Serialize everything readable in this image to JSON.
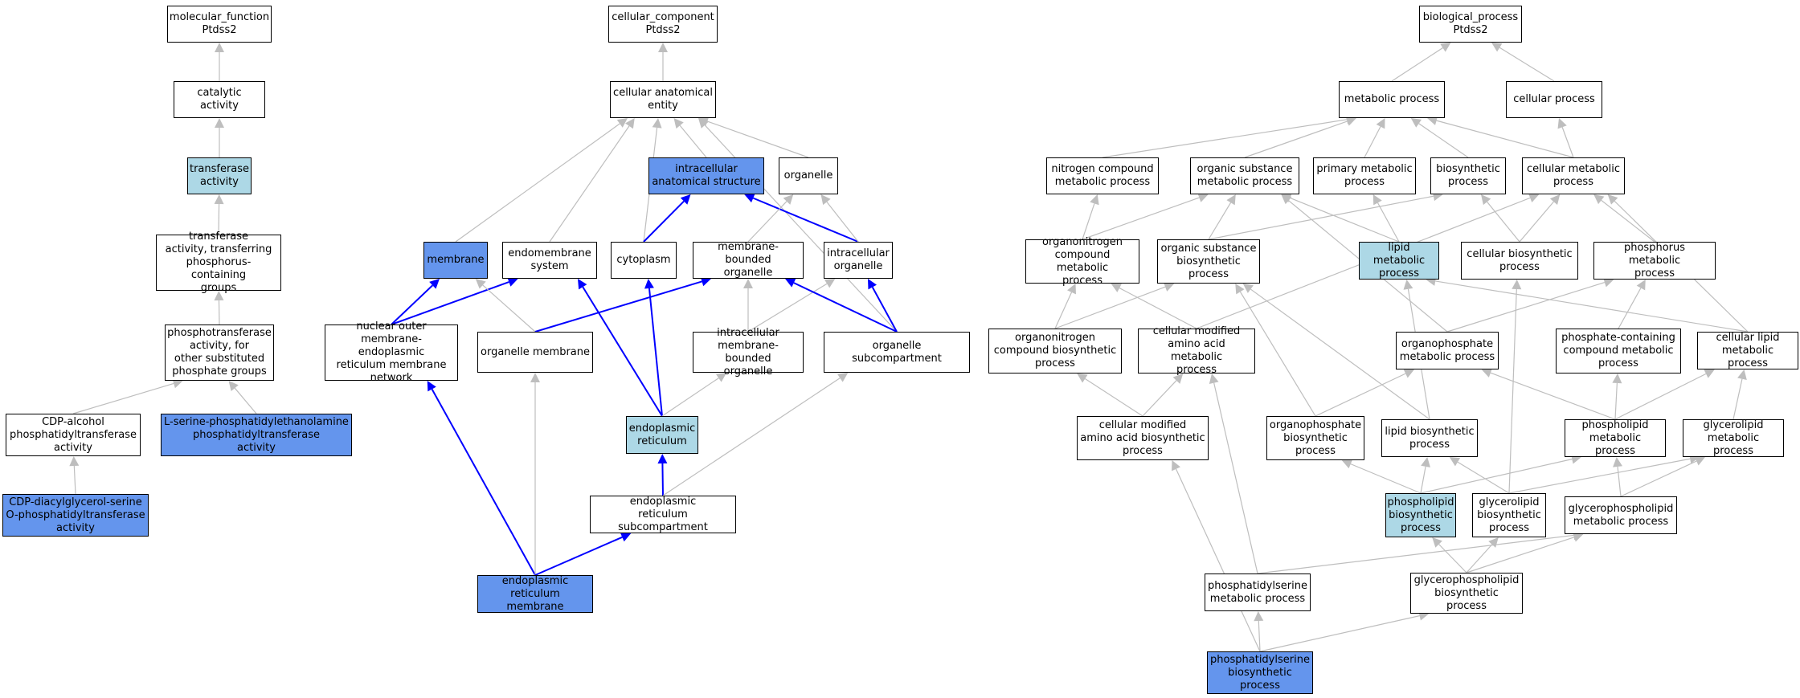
{
  "colors": {
    "plain": "#ffffff",
    "light": "#add8e6",
    "strong": "#6495ed",
    "edge_gray": "#bebebe",
    "edge_blue": "#0000ff"
  },
  "nodes": {
    "mf_root": {
      "label": "molecular_function\nPtdss2",
      "style": "plain"
    },
    "catalytic": {
      "label": "catalytic activity",
      "style": "plain"
    },
    "transferase": {
      "label": "transferase\nactivity",
      "style": "light"
    },
    "transf_phos": {
      "label": "transferase\nactivity, transferring\nphosphorus-containing\ngroups",
      "style": "plain"
    },
    "phosphotransferase": {
      "label": "phosphotransferase\nactivity, for\nother substituted\nphosphate groups",
      "style": "plain"
    },
    "cdp_alcohol": {
      "label": "CDP-alcohol\nphosphatidyltransferase\nactivity",
      "style": "plain"
    },
    "lserine_pe": {
      "label": "L-serine-phosphatidylethanolamine\nphosphatidyltransferase\nactivity",
      "style": "strong"
    },
    "cdp_dag": {
      "label": "CDP-diacylglycerol-serine\nO-phosphatidyltransferase\nactivity",
      "style": "strong"
    },
    "cc_root": {
      "label": "cellular_component\nPtdss2",
      "style": "plain"
    },
    "cae": {
      "label": "cellular anatomical\nentity",
      "style": "plain"
    },
    "ias": {
      "label": "intracellular\nanatomical structure",
      "style": "strong"
    },
    "organelle": {
      "label": "organelle",
      "style": "plain"
    },
    "membrane": {
      "label": "membrane",
      "style": "strong"
    },
    "endomembrane": {
      "label": "endomembrane\nsystem",
      "style": "plain"
    },
    "cytoplasm": {
      "label": "cytoplasm",
      "style": "plain"
    },
    "mbo": {
      "label": "membrane-bounded\norganelle",
      "style": "plain"
    },
    "intra_org": {
      "label": "intracellular\norganelle",
      "style": "plain"
    },
    "nuclear_outer": {
      "label": "nuclear outer\nmembrane-endoplasmic\nreticulum membrane\nnetwork",
      "style": "plain"
    },
    "org_membrane": {
      "label": "organelle membrane",
      "style": "plain"
    },
    "intra_mbo": {
      "label": "intracellular\nmembrane-bounded\norganelle",
      "style": "plain"
    },
    "org_subcomp": {
      "label": "organelle subcompartment",
      "style": "plain"
    },
    "er": {
      "label": "endoplasmic\nreticulum",
      "style": "light"
    },
    "er_subcomp": {
      "label": "endoplasmic\nreticulum subcompartment",
      "style": "plain"
    },
    "er_membrane": {
      "label": "endoplasmic\nreticulum membrane",
      "style": "strong"
    },
    "bp_root": {
      "label": "biological_process\nPtdss2",
      "style": "plain"
    },
    "metabolic": {
      "label": "metabolic process",
      "style": "plain"
    },
    "cellular_proc": {
      "label": "cellular process",
      "style": "plain"
    },
    "nitrogen_comp": {
      "label": "nitrogen compound\nmetabolic process",
      "style": "plain"
    },
    "org_subst_met": {
      "label": "organic substance\nmetabolic process",
      "style": "plain"
    },
    "primary_met": {
      "label": "primary metabolic\nprocess",
      "style": "plain"
    },
    "biosynthetic": {
      "label": "biosynthetic\nprocess",
      "style": "plain"
    },
    "cell_met": {
      "label": "cellular metabolic\nprocess",
      "style": "plain"
    },
    "organonitrogen_met": {
      "label": "organonitrogen\ncompound metabolic\nprocess",
      "style": "plain"
    },
    "org_subst_bio": {
      "label": "organic substance\nbiosynthetic\nprocess",
      "style": "plain"
    },
    "lipid_met": {
      "label": "lipid metabolic\nprocess",
      "style": "light"
    },
    "cell_bio": {
      "label": "cellular biosynthetic\nprocess",
      "style": "plain"
    },
    "phosphorus_met": {
      "label": "phosphorus metabolic\nprocess",
      "style": "plain"
    },
    "organonitrogen_bio": {
      "label": "organonitrogen\ncompound biosynthetic\nprocess",
      "style": "plain"
    },
    "cmaa_met": {
      "label": "cellular modified\namino acid metabolic\nprocess",
      "style": "plain"
    },
    "organophos_met": {
      "label": "organophosphate\nmetabolic process",
      "style": "plain"
    },
    "phosphate_cont": {
      "label": "phosphate-containing\ncompound metabolic\nprocess",
      "style": "plain"
    },
    "cell_lipid_met": {
      "label": "cellular lipid\nmetabolic process",
      "style": "plain"
    },
    "cmaa_bio": {
      "label": "cellular modified\namino acid biosynthetic\nprocess",
      "style": "plain"
    },
    "organophos_bio": {
      "label": "organophosphate\nbiosynthetic\nprocess",
      "style": "plain"
    },
    "lipid_bio": {
      "label": "lipid biosynthetic\nprocess",
      "style": "plain"
    },
    "phospholipid_met": {
      "label": "phospholipid\nmetabolic process",
      "style": "plain"
    },
    "glycerolipid_met": {
      "label": "glycerolipid\nmetabolic process",
      "style": "plain"
    },
    "phospholipid_bio": {
      "label": "phospholipid\nbiosynthetic\nprocess",
      "style": "light"
    },
    "glycerolipid_bio": {
      "label": "glycerolipid\nbiosynthetic\nprocess",
      "style": "plain"
    },
    "glycerophospholipid_met": {
      "label": "glycerophospholipid\nmetabolic process",
      "style": "plain"
    },
    "ps_met": {
      "label": "phosphatidylserine\nmetabolic process",
      "style": "plain"
    },
    "gpl_bio": {
      "label": "glycerophospholipid\nbiosynthetic\nprocess",
      "style": "plain"
    },
    "ps_bio": {
      "label": "phosphatidylserine\nbiosynthetic\nprocess",
      "style": "strong"
    }
  },
  "edges": [
    [
      "catalytic",
      "mf_root",
      "gray"
    ],
    [
      "transferase",
      "catalytic",
      "gray"
    ],
    [
      "transf_phos",
      "transferase",
      "gray"
    ],
    [
      "phosphotransferase",
      "transf_phos",
      "gray"
    ],
    [
      "cdp_alcohol",
      "phosphotransferase",
      "gray"
    ],
    [
      "lserine_pe",
      "phosphotransferase",
      "gray"
    ],
    [
      "cdp_dag",
      "cdp_alcohol",
      "gray"
    ],
    [
      "cae",
      "cc_root",
      "gray"
    ],
    [
      "ias",
      "cae",
      "gray"
    ],
    [
      "organelle",
      "cae",
      "gray"
    ],
    [
      "membrane",
      "cae",
      "gray"
    ],
    [
      "endomembrane",
      "cae",
      "gray"
    ],
    [
      "cytoplasm",
      "cae",
      "gray"
    ],
    [
      "org_subcomp",
      "cae",
      "gray"
    ],
    [
      "cytoplasm",
      "ias",
      "blue"
    ],
    [
      "intra_org",
      "ias",
      "blue"
    ],
    [
      "mbo",
      "organelle",
      "gray"
    ],
    [
      "intra_org",
      "organelle",
      "gray"
    ],
    [
      "nuclear_outer",
      "membrane",
      "blue"
    ],
    [
      "nuclear_outer",
      "endomembrane",
      "blue"
    ],
    [
      "org_membrane",
      "membrane",
      "gray"
    ],
    [
      "org_membrane",
      "mbo",
      "blue"
    ],
    [
      "intra_mbo",
      "mbo",
      "gray"
    ],
    [
      "intra_mbo",
      "intra_org",
      "gray"
    ],
    [
      "org_subcomp",
      "mbo",
      "blue"
    ],
    [
      "org_subcomp",
      "intra_org",
      "blue"
    ],
    [
      "er",
      "endomembrane",
      "blue"
    ],
    [
      "er",
      "cytoplasm",
      "blue"
    ],
    [
      "er",
      "intra_mbo",
      "gray"
    ],
    [
      "er_subcomp",
      "er",
      "blue"
    ],
    [
      "er_subcomp",
      "org_subcomp",
      "gray"
    ],
    [
      "er_membrane",
      "nuclear_outer",
      "blue"
    ],
    [
      "er_membrane",
      "org_membrane",
      "gray"
    ],
    [
      "er_membrane",
      "er_subcomp",
      "blue"
    ],
    [
      "metabolic",
      "bp_root",
      "gray"
    ],
    [
      "cellular_proc",
      "bp_root",
      "gray"
    ],
    [
      "nitrogen_comp",
      "metabolic",
      "gray"
    ],
    [
      "org_subst_met",
      "metabolic",
      "gray"
    ],
    [
      "primary_met",
      "metabolic",
      "gray"
    ],
    [
      "biosynthetic",
      "metabolic",
      "gray"
    ],
    [
      "cell_met",
      "metabolic",
      "gray"
    ],
    [
      "cell_met",
      "cellular_proc",
      "gray"
    ],
    [
      "organonitrogen_met",
      "nitrogen_comp",
      "gray"
    ],
    [
      "organonitrogen_met",
      "org_subst_met",
      "gray"
    ],
    [
      "org_subst_bio",
      "org_subst_met",
      "gray"
    ],
    [
      "org_subst_bio",
      "biosynthetic",
      "gray"
    ],
    [
      "lipid_met",
      "org_subst_met",
      "gray"
    ],
    [
      "lipid_met",
      "primary_met",
      "gray"
    ],
    [
      "cell_bio",
      "biosynthetic",
      "gray"
    ],
    [
      "cell_bio",
      "cell_met",
      "gray"
    ],
    [
      "phosphorus_met",
      "cell_met",
      "gray"
    ],
    [
      "organonitrogen_bio",
      "organonitrogen_met",
      "gray"
    ],
    [
      "organonitrogen_bio",
      "org_subst_bio",
      "gray"
    ],
    [
      "cmaa_met",
      "organonitrogen_met",
      "gray"
    ],
    [
      "cmaa_met",
      "cell_met",
      "gray"
    ],
    [
      "organophos_met",
      "org_subst_met",
      "gray"
    ],
    [
      "organophos_met",
      "phosphorus_met",
      "gray"
    ],
    [
      "phosphate_cont",
      "phosphorus_met",
      "gray"
    ],
    [
      "cell_lipid_met",
      "lipid_met",
      "gray"
    ],
    [
      "cell_lipid_met",
      "cell_met",
      "gray"
    ],
    [
      "cmaa_bio",
      "organonitrogen_bio",
      "gray"
    ],
    [
      "cmaa_bio",
      "cmaa_met",
      "gray"
    ],
    [
      "organophos_bio",
      "org_subst_bio",
      "gray"
    ],
    [
      "organophos_bio",
      "organophos_met",
      "gray"
    ],
    [
      "lipid_bio",
      "org_subst_bio",
      "gray"
    ],
    [
      "lipid_bio",
      "lipid_met",
      "gray"
    ],
    [
      "phospholipid_met",
      "organophos_met",
      "gray"
    ],
    [
      "phospholipid_met",
      "phosphate_cont",
      "gray"
    ],
    [
      "phospholipid_met",
      "cell_lipid_met",
      "gray"
    ],
    [
      "glycerolipid_met",
      "cell_lipid_met",
      "gray"
    ],
    [
      "phospholipid_bio",
      "organophos_bio",
      "gray"
    ],
    [
      "phospholipid_bio",
      "lipid_bio",
      "gray"
    ],
    [
      "phospholipid_bio",
      "phospholipid_met",
      "gray"
    ],
    [
      "glycerolipid_bio",
      "lipid_bio",
      "gray"
    ],
    [
      "glycerolipid_bio",
      "glycerolipid_met",
      "gray"
    ],
    [
      "glycerolipid_bio",
      "cell_bio",
      "gray"
    ],
    [
      "glycerophospholipid_met",
      "phospholipid_met",
      "gray"
    ],
    [
      "glycerophospholipid_met",
      "glycerolipid_met",
      "gray"
    ],
    [
      "ps_met",
      "cmaa_met",
      "gray"
    ],
    [
      "ps_met",
      "glycerophospholipid_met",
      "gray"
    ],
    [
      "gpl_bio",
      "phospholipid_bio",
      "gray"
    ],
    [
      "gpl_bio",
      "glycerolipid_bio",
      "gray"
    ],
    [
      "gpl_bio",
      "glycerophospholipid_met",
      "gray"
    ],
    [
      "ps_bio",
      "ps_met",
      "gray"
    ],
    [
      "ps_bio",
      "gpl_bio",
      "gray"
    ],
    [
      "ps_bio",
      "cmaa_bio",
      "gray"
    ]
  ]
}
